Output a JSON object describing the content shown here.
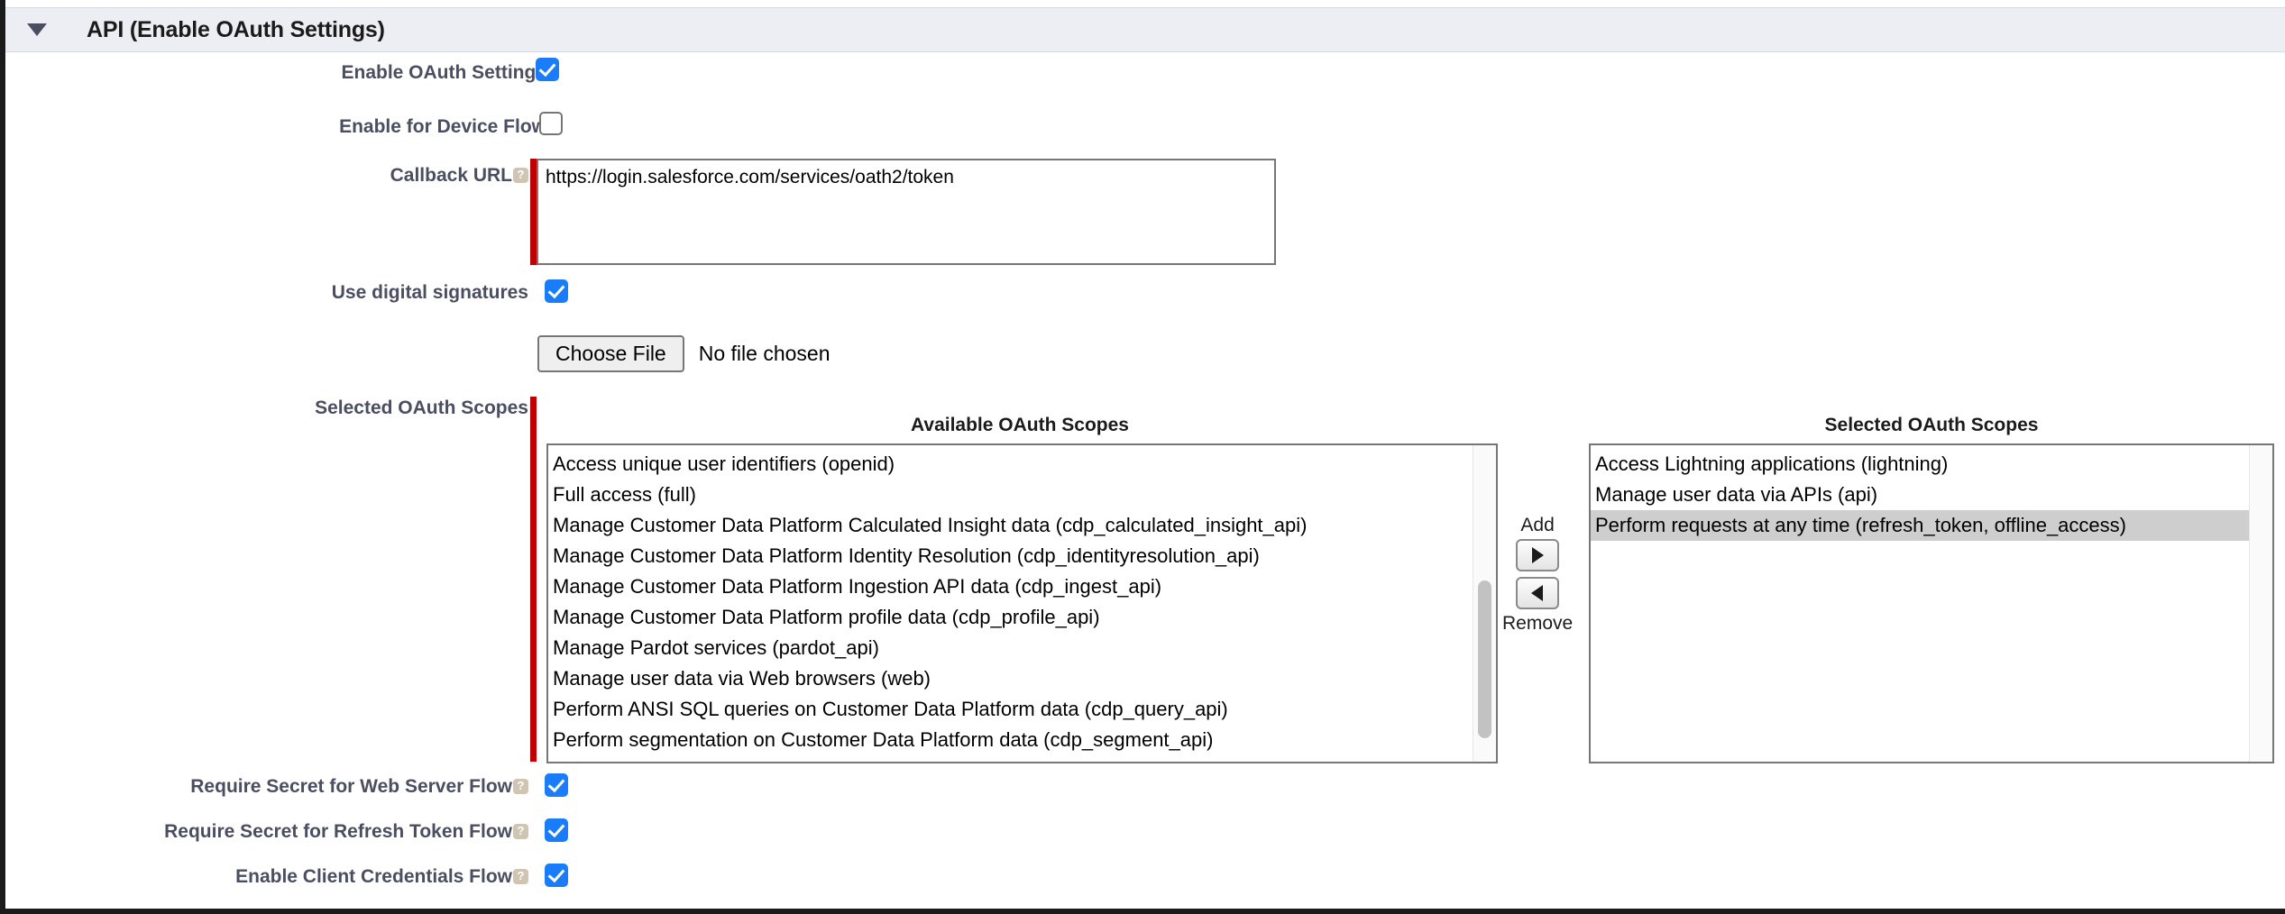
{
  "section": {
    "title": "API (Enable OAuth Settings)",
    "twisty_icon": "triangle-down-icon"
  },
  "fields": {
    "enable_oauth_settings": {
      "label": "Enable OAuth Settings",
      "checked": true
    },
    "enable_device_flow": {
      "label": "Enable for Device Flow",
      "checked": false
    },
    "callback_url": {
      "label": "Callback URL",
      "help_icon": "help-icon",
      "required": true,
      "value": "https://login.salesforce.com/services/oath2/token",
      "placeholder": ""
    },
    "use_digital_signatures": {
      "label": "Use digital signatures",
      "checked": true
    },
    "file_upload": {
      "button_label": "Choose File",
      "status_text": "No file chosen"
    },
    "selected_oauth_scopes": {
      "label": "Selected OAuth Scopes",
      "required": true
    },
    "require_secret_web_server": {
      "label": "Require Secret for Web Server Flow",
      "help_icon": "help-icon",
      "checked": true
    },
    "require_secret_refresh_token": {
      "label": "Require Secret for Refresh Token Flow",
      "help_icon": "help-icon",
      "checked": true
    },
    "enable_client_credentials": {
      "label": "Enable Client Credentials Flow",
      "help_icon": "help-icon",
      "checked": true
    }
  },
  "dual_list": {
    "available_title": "Available OAuth Scopes",
    "selected_title": "Selected OAuth Scopes",
    "add_label": "Add",
    "remove_label": "Remove",
    "add_icon": "arrow-right-icon",
    "remove_icon": "arrow-left-icon",
    "available_options": [
      "Access unique user identifiers (openid)",
      "Full access (full)",
      "Manage Customer Data Platform Calculated Insight data (cdp_calculated_insight_api)",
      "Manage Customer Data Platform Identity Resolution (cdp_identityresolution_api)",
      "Manage Customer Data Platform Ingestion API data (cdp_ingest_api)",
      "Manage Customer Data Platform profile data (cdp_profile_api)",
      "Manage Pardot services (pardot_api)",
      "Manage user data via Web browsers (web)",
      "Perform ANSI SQL queries on Customer Data Platform data (cdp_query_api)",
      "Perform segmentation on Customer Data Platform data (cdp_segment_api)"
    ],
    "available_selected_indices": [],
    "selected_options": [
      "Access Lightning applications (lightning)",
      "Manage user data via APIs (api)",
      "Perform requests at any time (refresh_token, offline_access)"
    ],
    "selected_selected_indices": [
      2
    ]
  },
  "colors": {
    "header_bg": "#eceef4",
    "checkbox_on": "#1b7cfa",
    "required_bar": "#c00000",
    "label_text": "#4b4e60",
    "option_selected_bg": "#cecece"
  }
}
